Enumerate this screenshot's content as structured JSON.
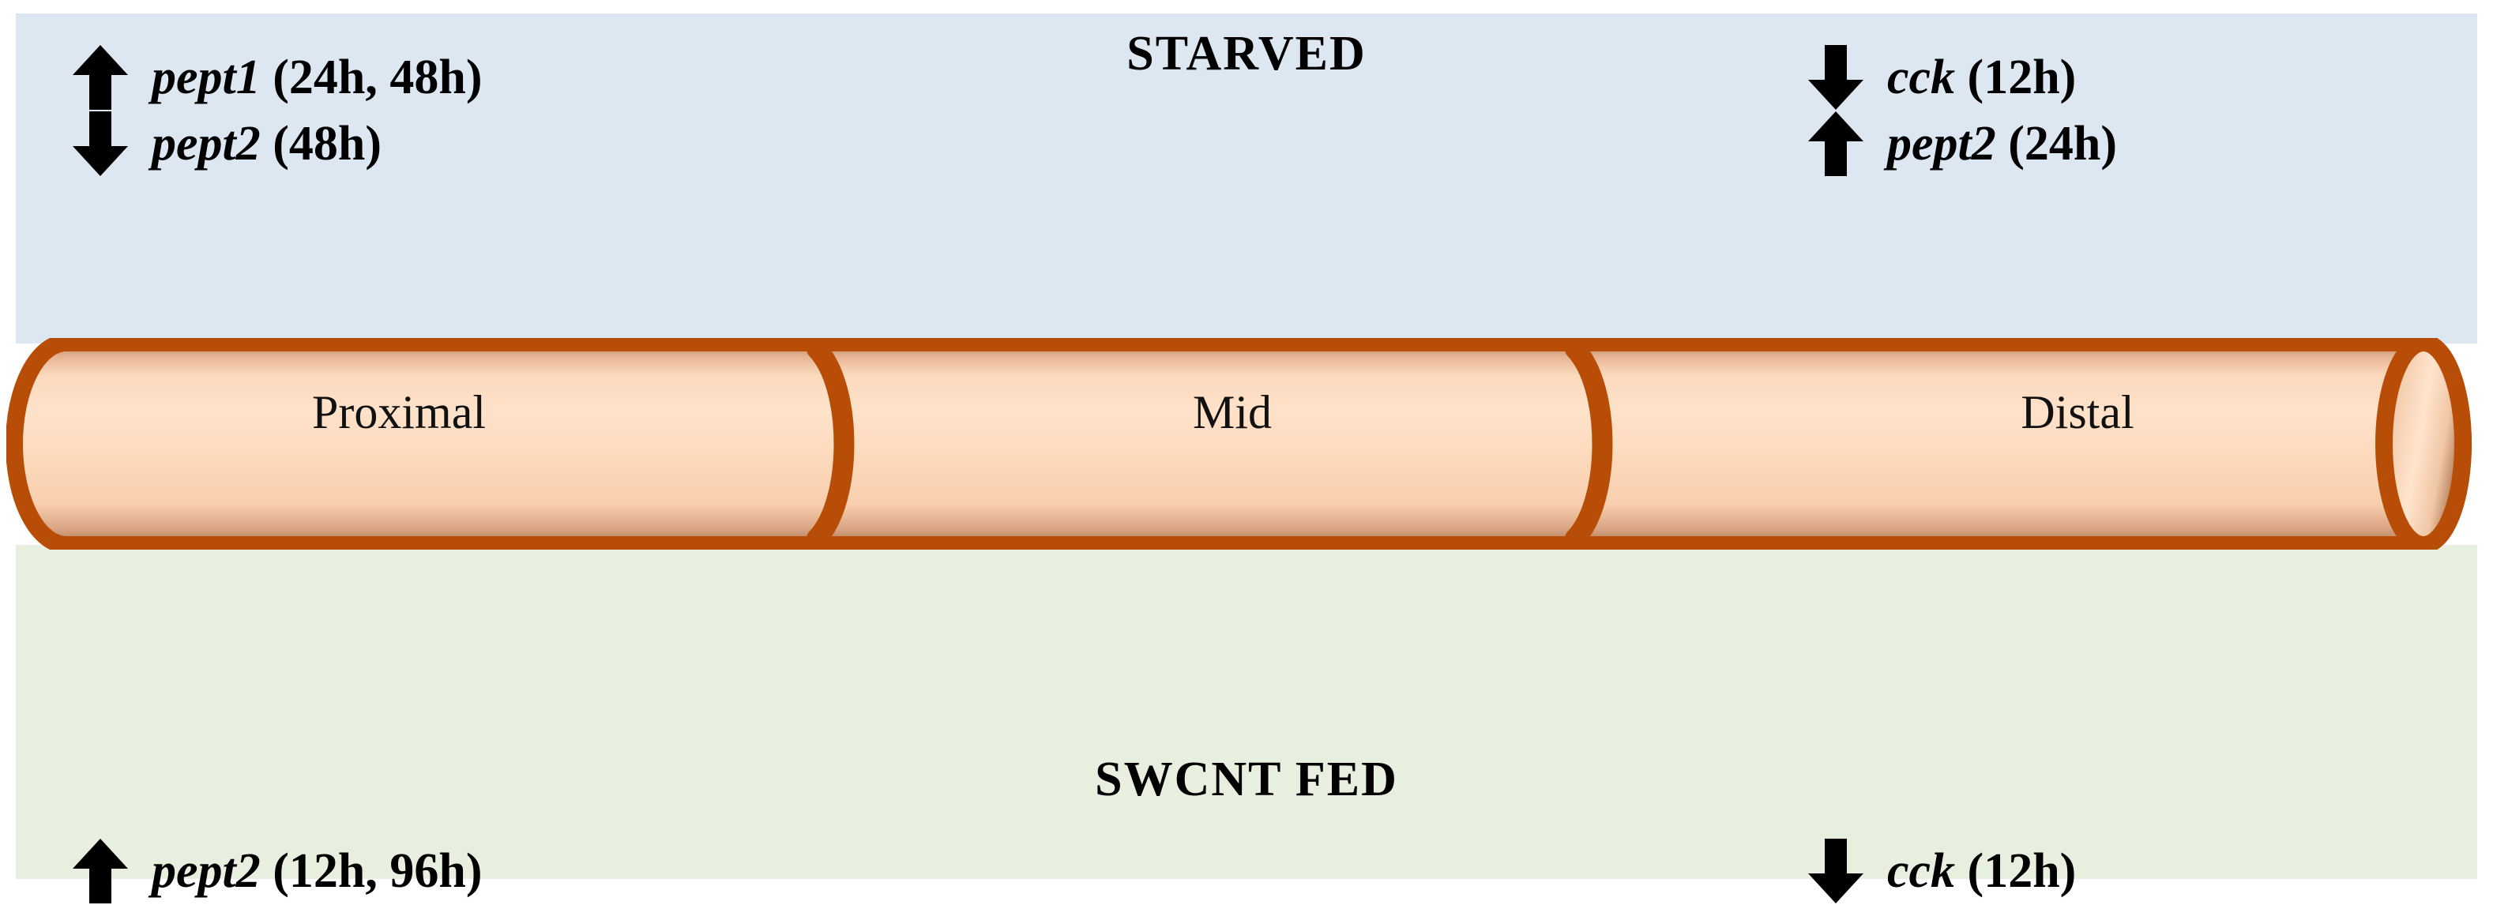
{
  "figure": {
    "type": "schematic-diagram",
    "description": "Intestinal tube schematic with gene expression changes above and below"
  },
  "top_panel": {
    "title": "STARVED",
    "background_color": "#dce7f1",
    "annotations": [
      {
        "id": "starved-proximal-pept1",
        "side": "left",
        "direction": "up",
        "arrow_icon": "arrow-up-icon",
        "gene": "pept1",
        "timepoints": "(24h, 48h)",
        "segment": "Proximal"
      },
      {
        "id": "starved-proximal-pept2",
        "side": "left",
        "direction": "down",
        "arrow_icon": "arrow-down-icon",
        "gene": "pept2",
        "timepoints": "(48h)",
        "segment": "Proximal"
      },
      {
        "id": "starved-distal-cck",
        "side": "right",
        "direction": "down",
        "arrow_icon": "arrow-down-icon",
        "gene": "cck",
        "timepoints": "(12h)",
        "segment": "Distal"
      },
      {
        "id": "starved-distal-pept2",
        "side": "right",
        "direction": "up",
        "arrow_icon": "arrow-up-icon",
        "gene": "pept2",
        "timepoints": "(24h)",
        "segment": "Distal"
      }
    ]
  },
  "bottom_panel": {
    "title": "SWCNT FED",
    "background_color": "#e8efdf",
    "annotations": [
      {
        "id": "fed-proximal-pept2",
        "side": "left",
        "direction": "up",
        "arrow_icon": "arrow-up-icon",
        "gene": "pept2",
        "timepoints": "(12h, 96h)",
        "segment": "Proximal"
      },
      {
        "id": "fed-distal-cck",
        "side": "right",
        "direction": "down",
        "arrow_icon": "arrow-down-icon",
        "gene": "cck",
        "timepoints": "(12h)",
        "segment": "Distal"
      }
    ]
  },
  "intestine": {
    "outline_color": "#b84d07",
    "fill_light": "#fde0c8",
    "fill_mid": "#fbd4b6",
    "fill_shadow": "#c18a6b",
    "segments": [
      {
        "label": "Proximal"
      },
      {
        "label": "Mid"
      },
      {
        "label": "Distal"
      }
    ]
  }
}
